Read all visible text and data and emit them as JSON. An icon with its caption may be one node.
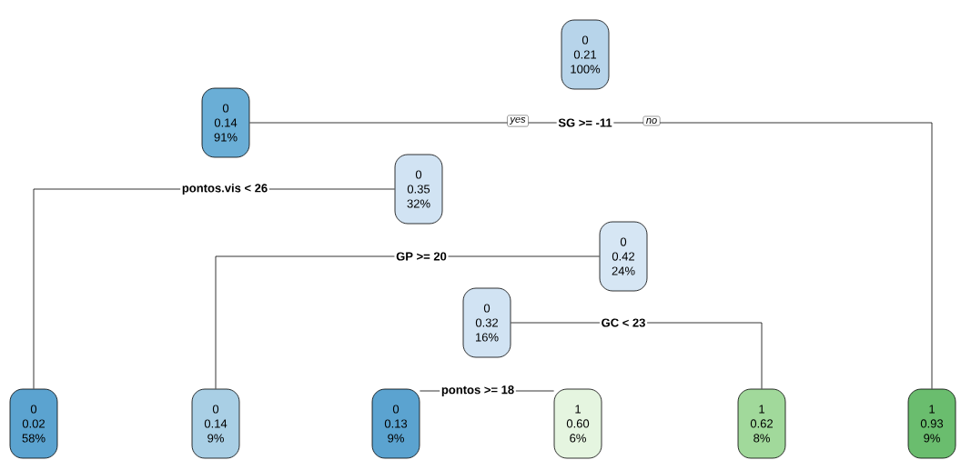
{
  "diagram": {
    "nodes": [
      {
        "text": [
          "0",
          "0.21",
          "100%"
        ]
      },
      {
        "text": [
          "0",
          "0.14",
          "91%"
        ]
      },
      {
        "text": [
          "SG >= -11"
        ]
      },
      {
        "text": [
          "pontos.vis < 26"
        ]
      },
      {
        "text": [
          "0",
          "0.35",
          "32%"
        ]
      },
      {
        "text": [
          "GP >= 20"
        ]
      },
      {
        "text": [
          "0",
          "0.42",
          "24%"
        ]
      },
      {
        "text": [
          "0",
          "0.32",
          "16%"
        ]
      },
      {
        "text": [
          "GC < 23"
        ]
      },
      {
        "text": [
          "pontos >= 18"
        ]
      },
      {
        "text": [
          "0",
          "0.02",
          "58%"
        ]
      },
      {
        "text": [
          "0",
          "0.14",
          "9%"
        ]
      },
      {
        "text": [
          "0",
          "0.13",
          "9%"
        ]
      },
      {
        "text": [
          "1",
          "0.60",
          "6%"
        ]
      },
      {
        "text": [
          "1",
          "0.62",
          "8%"
        ]
      },
      {
        "text": [
          "1",
          "0.93",
          "9%"
        ]
      }
    ],
    "edges": [
      {
        "from": 2,
        "to": 1,
        "arrow": "none",
        "label": "yes"
      },
      {
        "from": 2,
        "to": 15,
        "arrow": "none",
        "label": "no"
      },
      {
        "from": 3,
        "to": 10,
        "arrow": "none"
      },
      {
        "from": 3,
        "to": 4,
        "arrow": "none"
      },
      {
        "from": 5,
        "to": 11,
        "arrow": "none"
      },
      {
        "from": 5,
        "to": 6,
        "arrow": "none"
      },
      {
        "from": 8,
        "to": 7,
        "arrow": "none"
      },
      {
        "from": 8,
        "to": 14,
        "arrow": "none"
      },
      {
        "from": 9,
        "to": 12,
        "arrow": "none"
      },
      {
        "from": 9,
        "to": 13,
        "arrow": "none"
      }
    ]
  }
}
